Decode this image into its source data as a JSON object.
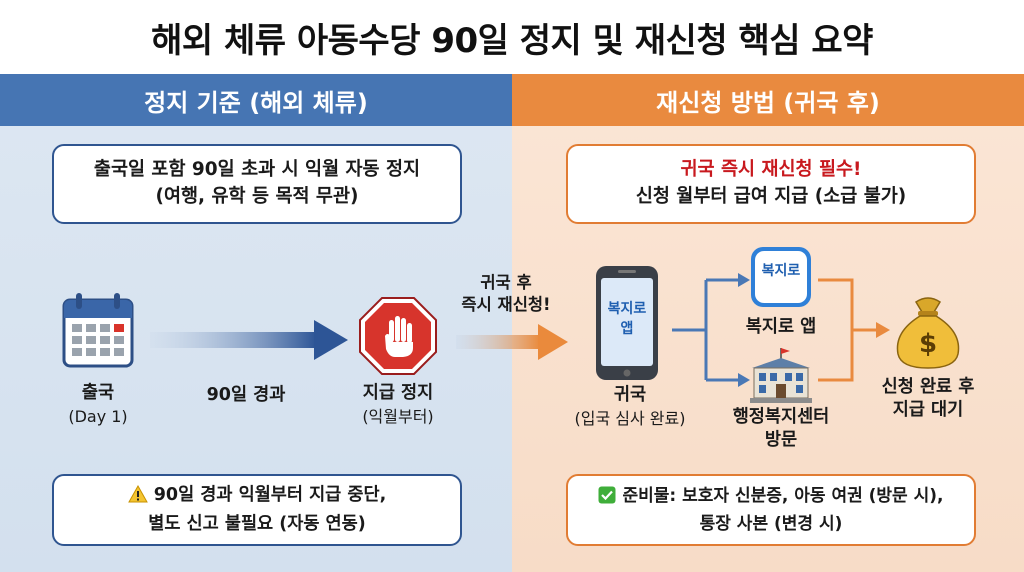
{
  "title": "해외 체류 아동수당 90일 정지 및 재신청 핵심 요약",
  "left": {
    "header": "정지 기준 (해외 체류)",
    "rule_box": {
      "line1": "출국일 포함 90일 초과 시 익월 자동 정지",
      "line2": "(여행, 유학 등 목적 무관)"
    },
    "depart_label": "출국",
    "depart_sub": "(Day 1)",
    "elapsed_label": "90일 경과",
    "stop_label": "지급 정지",
    "stop_sub": "(익월부터)",
    "note": {
      "icon": "warning-icon",
      "line1": "90일 경과 익월부터 지급 중단,",
      "line2": "별도 신고 불필요 (자동 연동)"
    }
  },
  "right": {
    "header": "재신청 방법 (귀국 후)",
    "rule_box": {
      "line1": "귀국 즉시 재신청 필수!",
      "line2": "신청 월부터 급여 지급 (소급 불가)"
    },
    "arrow_label_1": "귀국 후",
    "arrow_label_2": "즉시 재신청!",
    "phone_text_1": "복지로",
    "phone_text_2": "앱",
    "return_label": "귀국",
    "return_sub": "(입국 심사 완료)",
    "app_icon_text": "복지로",
    "app_label": "복지로 앱",
    "center_label_1": "행정복지센터",
    "center_label_2": "방문",
    "done_label_1": "신청 완료 후",
    "done_label_2": "지급 대기",
    "note": {
      "icon": "checkmark-icon",
      "line1": "준비물: 보호자 신분증, 아동 여권 (방문 시),",
      "line2": "통장 사본 (변경 시)"
    }
  },
  "colors": {
    "blue": "#4675b3",
    "orange": "#e98a3f",
    "red": "#c8191e"
  }
}
